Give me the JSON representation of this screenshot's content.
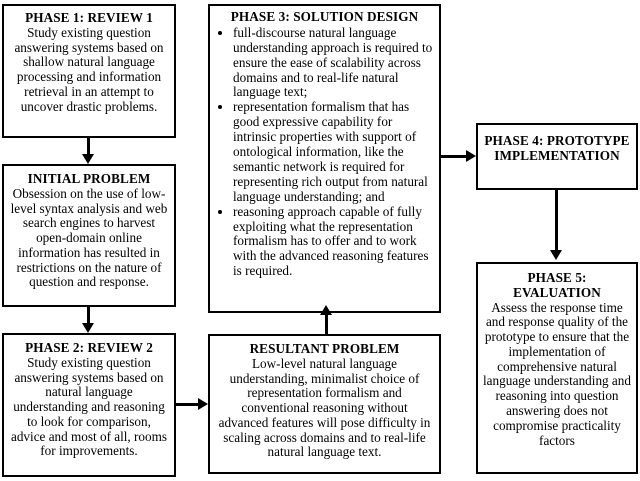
{
  "diagram": {
    "title": "Research phases flowchart",
    "boxes": {
      "phase1": {
        "title": "PHASE 1: REVIEW 1",
        "body": "Study existing question answering systems based on shallow natural language processing and information retrieval in an attempt to uncover drastic problems."
      },
      "initial_problem": {
        "title": "INITIAL PROBLEM",
        "body": "Obsession on the use of low-level syntax analysis and web search engines to harvest open-domain online information has resulted in restrictions on the nature of question and response."
      },
      "phase2": {
        "title": "PHASE 2: REVIEW 2",
        "body": "Study existing question answering systems based on natural language understanding and reasoning to look for comparison, advice and most of all, rooms for improvements."
      },
      "phase3": {
        "title": "PHASE 3: SOLUTION DESIGN",
        "bullets": [
          "full-discourse natural language understanding approach is required to ensure the ease of scalability across domains and to real-life natural language text;",
          "representation formalism that has good expressive capability for intrinsic properties with support of ontological information, like the semantic network is required for representing rich output from natural language understanding; and",
          "reasoning approach capable of fully exploiting what the representation formalism has to offer and to work with the advanced reasoning features is required."
        ]
      },
      "resultant_problem": {
        "title": "RESULTANT PROBLEM",
        "body": "Low-level natural language understanding, minimalist choice of representation formalism and conventional reasoning without advanced features will pose difficulty in scaling across domains and to real-life natural language text."
      },
      "phase4": {
        "title": "PHASE 4: PROTOTYPE IMPLEMENTATION",
        "body": ""
      },
      "phase5": {
        "title": "PHASE 5: EVALUATION",
        "body": "Assess the response time and response quality of the prototype to ensure that the implementation of comprehensive natural language understanding and reasoning into question answering does not compromise practicality factors"
      }
    },
    "connectors": [
      {
        "name": "phase1-to-initial-problem",
        "direction": "down"
      },
      {
        "name": "initial-problem-to-phase2",
        "direction": "down"
      },
      {
        "name": "phase2-to-resultant-problem",
        "direction": "right"
      },
      {
        "name": "resultant-problem-to-phase3",
        "direction": "up"
      },
      {
        "name": "phase3-to-phase4",
        "direction": "right"
      },
      {
        "name": "phase4-to-phase5",
        "direction": "down"
      }
    ],
    "colors": {
      "stroke": "#000000",
      "fill": "#ffffff",
      "text": "#000000"
    }
  }
}
